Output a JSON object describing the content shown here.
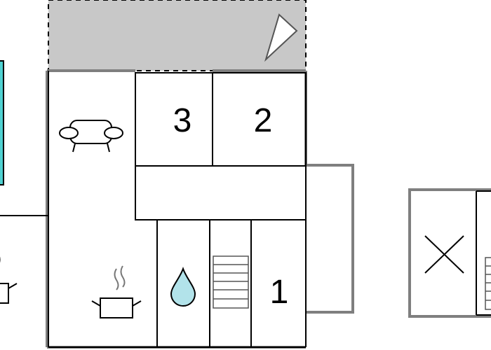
{
  "floor_plan": {
    "rooms": [
      {
        "number": "3"
      },
      {
        "number": "2"
      },
      {
        "number": "1"
      }
    ],
    "icons": [
      "sofa-icon",
      "cooking-pot-icon",
      "water-drop-icon",
      "stairs-icon",
      "x-mark-icon",
      "compass-icon"
    ],
    "colors": {
      "wall": "#000000",
      "outer_wall": "#7f7f7f",
      "terrace_fill": "#c8c8c8",
      "water": "#b2e3ea",
      "window": "#4fd1d1"
    }
  }
}
